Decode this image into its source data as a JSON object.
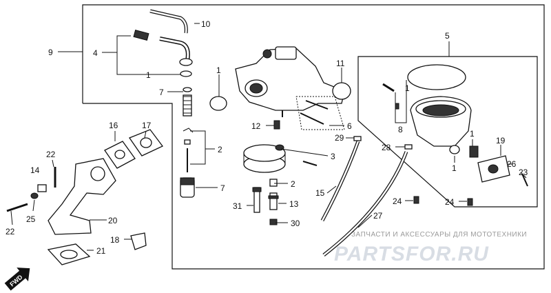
{
  "callouts": [
    "1",
    "2",
    "3",
    "4",
    "5",
    "6",
    "7",
    "8",
    "9",
    "10",
    "11",
    "12",
    "13",
    "14",
    "15",
    "16",
    "17",
    "18",
    "19",
    "20",
    "21",
    "22",
    "23",
    "24",
    "25",
    "26",
    "27",
    "28",
    "29",
    "30",
    "31"
  ],
  "arrow": {
    "text": "FWD"
  },
  "watermark": {
    "subtitle": "ЗАПЧАСТИ И АКСЕССУАРЫ ДЛЯ МОТОТЕХНИКИ",
    "brand": "PARTSFOR.RU"
  },
  "colors": {
    "line": "#111111",
    "watermark_brand": "#d8dde4",
    "watermark_text": "#9a9a9a"
  }
}
